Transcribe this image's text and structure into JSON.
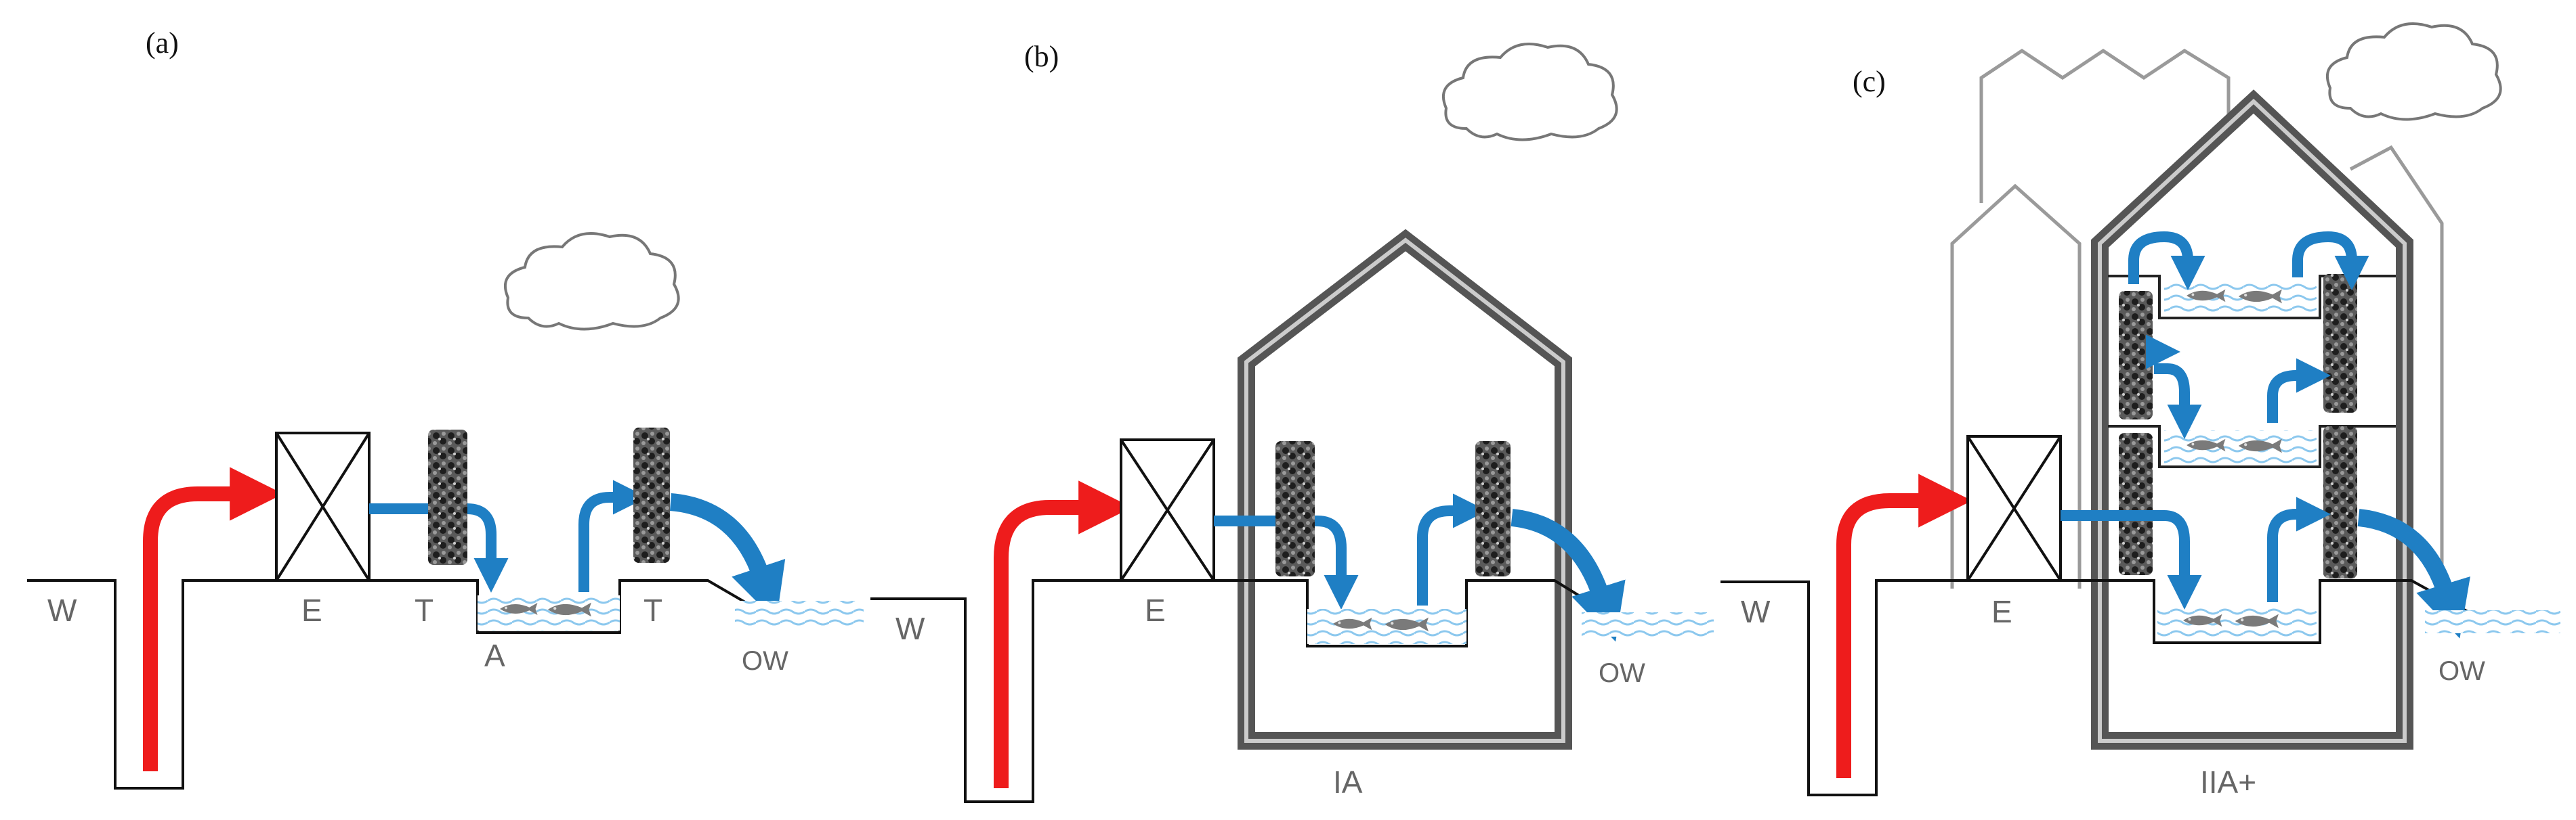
{
  "panels": [
    {
      "id": "a",
      "label": "(a)",
      "nodes": {
        "well": "W",
        "exchanger": "E",
        "treatment_left": "T",
        "aquaculture": "A",
        "treatment_right": "T",
        "outlet": "OW"
      }
    },
    {
      "id": "b",
      "label": "(b)",
      "nodes": {
        "well": "W",
        "exchanger": "E",
        "system": "IA",
        "outlet": "OW"
      }
    },
    {
      "id": "c",
      "label": "(c)",
      "nodes": {
        "well": "W",
        "exchanger": "E",
        "system": "IIA+",
        "outlet": "OW"
      }
    }
  ],
  "colors": {
    "hot_water": "#ee1c1c",
    "flow": "#1f7fc4",
    "filter_media": "#333333",
    "water": "#a9d6f2"
  },
  "icons": [
    "cloud-icon",
    "fish-icon",
    "heat-exchanger-icon",
    "filter-column-icon",
    "greenhouse-icon"
  ]
}
